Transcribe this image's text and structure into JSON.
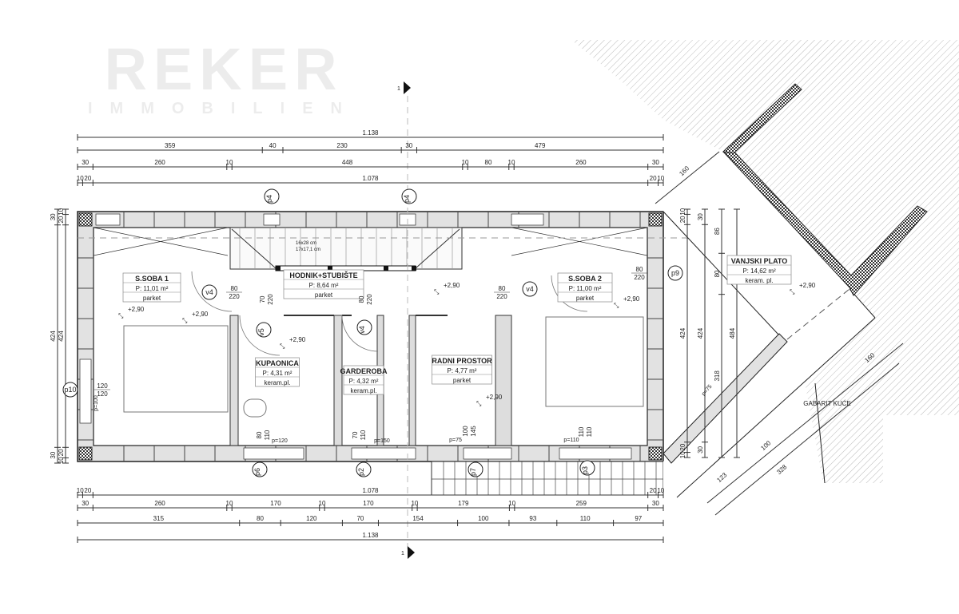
{
  "plan": {
    "section_marker": "1",
    "watermark": {
      "line1": "REKER",
      "line2": "IMMOBILIEN"
    },
    "rooms": [
      {
        "name": "S.SOBA 1",
        "area": "P: 11,01 m²",
        "floor": "parket"
      },
      {
        "name": "HODNIK+STUBIŠTE",
        "area": "P: 8,64 m²",
        "floor": "parket"
      },
      {
        "name": "S.SOBA 2",
        "area": "P: 11,00 m²",
        "floor": "parket"
      },
      {
        "name": "VANJSKI PLATO",
        "area": "P: 14,62 m²",
        "floor": "keram. pl."
      },
      {
        "name": "KUPAONICA",
        "area": "P: 4,31 m²",
        "floor": "keram.pl."
      },
      {
        "name": "GARDEROBA",
        "area": "P: 4,32 m²",
        "floor": "keram.pl."
      },
      {
        "name": "RADNI PROSTOR",
        "area": "P: 4,77 m²",
        "floor": "parket"
      }
    ],
    "tags": [
      "p4",
      "p4",
      "v4",
      "v4",
      "v5",
      "v4",
      "p9",
      "p10",
      "p6",
      "p2",
      "p7",
      "p3"
    ],
    "levels": [
      "+2,90",
      "+2,90",
      "+2,90",
      "+2,90",
      "+2,90",
      "+2,90",
      "+2,90"
    ],
    "openings": [
      {
        "w": "80",
        "h": "220"
      },
      {
        "w": "80",
        "h": "220"
      },
      {
        "w": "70",
        "h": "220"
      },
      {
        "w": "80",
        "h": "220"
      },
      {
        "w": "80",
        "h": "220"
      },
      {
        "w": "120",
        "h": "120"
      },
      {
        "w": "80",
        "h": "110"
      },
      {
        "w": "70",
        "h": "110"
      },
      {
        "w": "100",
        "h": "145"
      },
      {
        "w": "110",
        "h": "110"
      }
    ],
    "sill_labels": [
      "p=100",
      "p=120",
      "p=150",
      "p=75",
      "p=110",
      "p=75"
    ],
    "stair_note": [
      "16x28 cm",
      "17x17,1 cm"
    ],
    "gabarit": "GABARIT KUĆE",
    "dims_top": [
      [
        "1.138"
      ],
      [
        "359",
        "40",
        "230",
        "30",
        "479"
      ],
      [
        "30",
        "260",
        "10",
        "448",
        "10",
        "80",
        "10",
        "260",
        "30"
      ],
      [
        "10",
        "20",
        "1.078",
        "20",
        "10"
      ]
    ],
    "dims_bottom": [
      [
        "10",
        "20",
        "1.078",
        "20",
        "10"
      ],
      [
        "30",
        "260",
        "10",
        "170",
        "10",
        "170",
        "10",
        "179",
        "10",
        "259",
        "30"
      ],
      [
        "315",
        "80",
        "120",
        "70",
        "154",
        "100",
        "93",
        "110",
        "97"
      ],
      [
        "1.138"
      ]
    ],
    "dims_left": [
      [
        "30",
        "424",
        "30"
      ],
      [
        "10",
        "20",
        "424",
        "20",
        "10"
      ]
    ],
    "dims_right": [
      [
        "10",
        "20",
        "424",
        "20",
        "10"
      ],
      [
        "30",
        "424",
        "30"
      ],
      [
        "86",
        "80",
        "318"
      ],
      [
        "484"
      ]
    ],
    "dims_terrace": [
      "160",
      "123",
      "100",
      "328",
      "160"
    ]
  }
}
